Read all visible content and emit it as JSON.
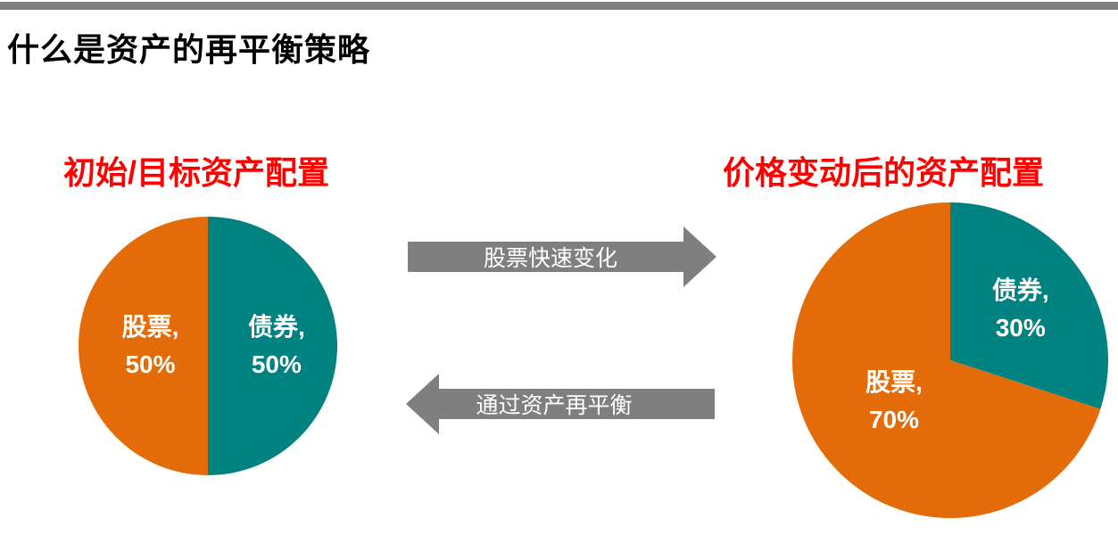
{
  "page": {
    "title": "什么是资产的再平衡策略"
  },
  "colors": {
    "accent_bar": "#808080",
    "page_title": "#000000",
    "chart_title": "#FF0000",
    "stocks_orange": "#E36C09",
    "bonds_teal": "#008280",
    "arrow_gray": "#7F7F7F",
    "label_white": "#FFFFFF"
  },
  "arrows": {
    "forward_label": "股票快速变化",
    "backward_label": "通过资产再平衡"
  },
  "chart_data": [
    {
      "type": "pie",
      "title": "初始/目标资产配置",
      "start_angle_deg": 0,
      "direction": "clockwise",
      "slices": [
        {
          "name": "债券",
          "value": 50,
          "unit": "%",
          "color": "#008280",
          "label_lines": [
            "债券,",
            "50%"
          ],
          "label_r": 0.53
        },
        {
          "name": "股票",
          "value": 50,
          "unit": "%",
          "color": "#E36C09",
          "label_lines": [
            "股票,",
            "50%"
          ],
          "label_r": 0.445
        }
      ]
    },
    {
      "type": "pie",
      "title": "价格变动后的资产配置",
      "start_angle_deg": 0,
      "direction": "clockwise",
      "slices": [
        {
          "name": "债券",
          "value": 30,
          "unit": "%",
          "color": "#008280",
          "label_lines": [
            "债券,",
            "30%"
          ],
          "label_r": 0.55
        },
        {
          "name": "股票",
          "value": 70,
          "unit": "%",
          "color": "#E36C09",
          "label_lines": [
            "股票,",
            "70%"
          ],
          "label_r": 0.44
        }
      ]
    }
  ]
}
